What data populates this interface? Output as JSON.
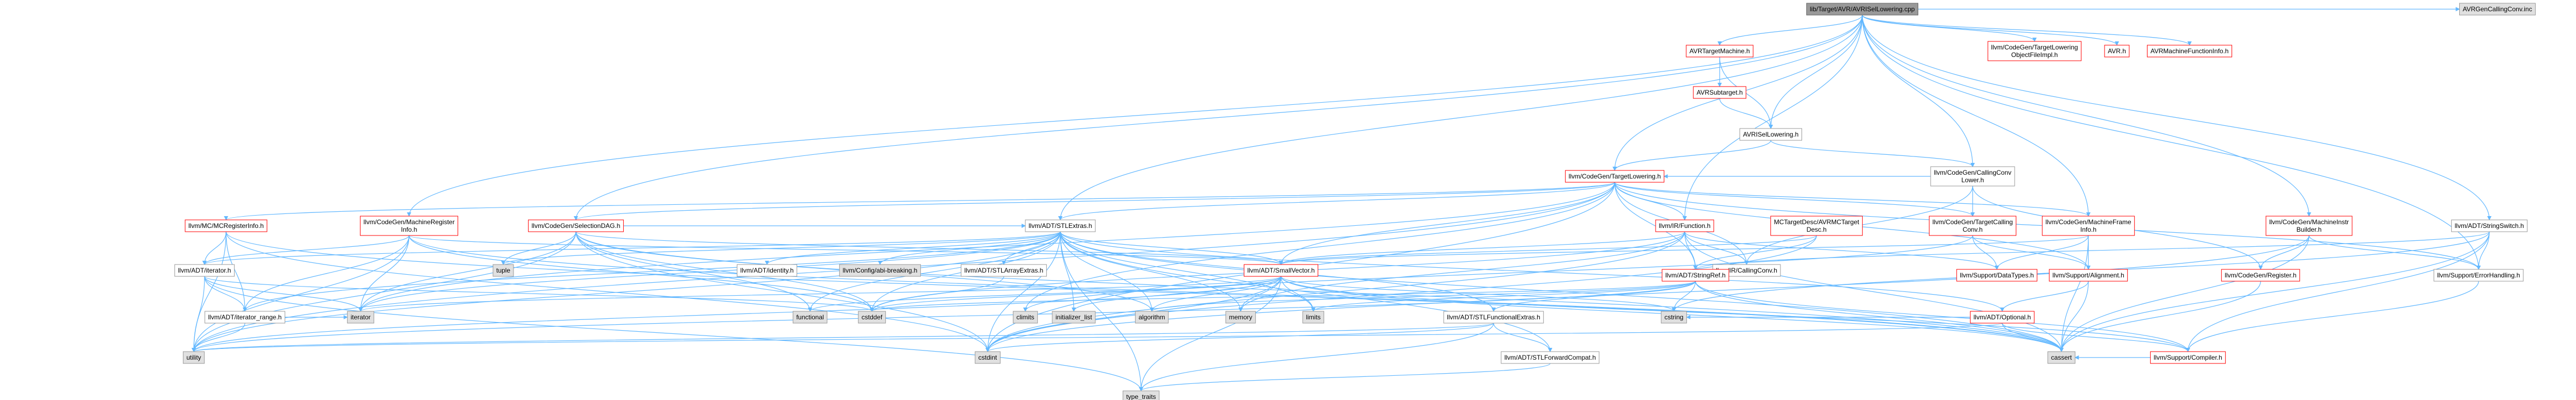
{
  "colors": {
    "edge": "#63b8ff",
    "root_fill": "#999999",
    "root_border": "#666666",
    "file_fill": "#ffffff",
    "file_border": "#ff0000",
    "header_border": "#999999",
    "sys_fill": "#e0e0e0",
    "sys_border": "#999999"
  },
  "nodes": [
    {
      "id": "root",
      "type": "root",
      "lines": [
        "lib/Target/AVR/AVRISelLowering.cpp"
      ]
    },
    {
      "id": "avrtm",
      "type": "file",
      "lines": [
        "AVRTargetMachine.h"
      ]
    },
    {
      "id": "avrcg_tlof",
      "type": "file",
      "lines": [
        "llvm/CodeGen/TargetLowering",
        "ObjectFileImpl.h"
      ]
    },
    {
      "id": "avr_h",
      "type": "file",
      "lines": [
        "AVR.h"
      ]
    },
    {
      "id": "avrmfi",
      "type": "file",
      "lines": [
        "AVRMachineFunctionInfo.h"
      ]
    },
    {
      "id": "avrgencc",
      "type": "sys",
      "lines": [
        "AVRGenCallingConv.inc"
      ]
    },
    {
      "id": "avrsub",
      "type": "file",
      "lines": [
        "AVRSubtarget.h"
      ]
    },
    {
      "id": "avrisel",
      "type": "header",
      "lines": [
        "AVRISelLowering.h"
      ]
    },
    {
      "id": "cgtl",
      "type": "file",
      "lines": [
        "llvm/CodeGen/TargetLowering.h"
      ]
    },
    {
      "id": "cccl",
      "type": "header",
      "lines": [
        "llvm/CodeGen/CallingConv",
        "Lower.h"
      ]
    },
    {
      "id": "mcreg",
      "type": "file",
      "lines": [
        "llvm/MC/MCRegisterInfo.h"
      ]
    },
    {
      "id": "mri",
      "type": "file",
      "lines": [
        "llvm/CodeGen/MachineRegister",
        "Info.h"
      ]
    },
    {
      "id": "seldag",
      "type": "file",
      "lines": [
        "llvm/CodeGen/SelectionDAG.h"
      ]
    },
    {
      "id": "stlextras",
      "type": "header",
      "lines": [
        "llvm/ADT/STLExtras.h"
      ]
    },
    {
      "id": "irfunc",
      "type": "file",
      "lines": [
        "llvm/IR/Function.h"
      ]
    },
    {
      "id": "mctgt",
      "type": "file",
      "lines": [
        "MCTargetDesc/AVRMCTarget",
        "Desc.h"
      ]
    },
    {
      "id": "tgtcc",
      "type": "file",
      "lines": [
        "llvm/CodeGen/TargetCalling",
        "Conv.h"
      ]
    },
    {
      "id": "mfi",
      "type": "file",
      "lines": [
        "llvm/CodeGen/MachineFrame",
        "Info.h"
      ]
    },
    {
      "id": "mib",
      "type": "file",
      "lines": [
        "llvm/CodeGen/MachineInstr",
        "Builder.h"
      ]
    },
    {
      "id": "strswitch",
      "type": "header",
      "lines": [
        "llvm/ADT/StringSwitch.h"
      ]
    },
    {
      "id": "iter",
      "type": "header",
      "lines": [
        "llvm/ADT/iterator.h"
      ]
    },
    {
      "id": "tuple",
      "type": "sys",
      "lines": [
        "tuple"
      ]
    },
    {
      "id": "identity",
      "type": "header",
      "lines": [
        "llvm/ADT/identity.h"
      ]
    },
    {
      "id": "abibreak",
      "type": "sys",
      "lines": [
        "llvm/Config/abi-breaking.h"
      ]
    },
    {
      "id": "stlarr",
      "type": "header",
      "lines": [
        "llvm/ADT/STLArrayExtras.h"
      ]
    },
    {
      "id": "smallvec",
      "type": "file",
      "lines": [
        "llvm/ADT/SmallVector.h"
      ]
    },
    {
      "id": "ircc",
      "type": "header",
      "lines": [
        "llvm/IR/CallingConv.h"
      ]
    },
    {
      "id": "stringref",
      "type": "file",
      "lines": [
        "llvm/ADT/StringRef.h"
      ]
    },
    {
      "id": "datatypes",
      "type": "file",
      "lines": [
        "llvm/Support/DataTypes.h"
      ]
    },
    {
      "id": "align",
      "type": "file",
      "lines": [
        "llvm/Support/Alignment.h"
      ]
    },
    {
      "id": "cgreg",
      "type": "file",
      "lines": [
        "llvm/CodeGen/Register.h"
      ]
    },
    {
      "id": "errh",
      "type": "header",
      "lines": [
        "llvm/Support/ErrorHandling.h"
      ]
    },
    {
      "id": "iterrange",
      "type": "header",
      "lines": [
        "llvm/ADT/iterator_range.h"
      ]
    },
    {
      "id": "iterator",
      "type": "sys",
      "lines": [
        "iterator"
      ]
    },
    {
      "id": "functional",
      "type": "sys",
      "lines": [
        "functional"
      ]
    },
    {
      "id": "cstddef",
      "type": "sys",
      "lines": [
        "cstddef"
      ]
    },
    {
      "id": "climits",
      "type": "sys",
      "lines": [
        "climits"
      ]
    },
    {
      "id": "initlist",
      "type": "sys",
      "lines": [
        "initializer_list"
      ]
    },
    {
      "id": "algorithm",
      "type": "sys",
      "lines": [
        "algorithm"
      ]
    },
    {
      "id": "memory",
      "type": "sys",
      "lines": [
        "memory"
      ]
    },
    {
      "id": "limits",
      "type": "sys",
      "lines": [
        "limits"
      ]
    },
    {
      "id": "stlfunc",
      "type": "header",
      "lines": [
        "llvm/ADT/STLFunctionalExtras.h"
      ]
    },
    {
      "id": "cstring",
      "type": "sys",
      "lines": [
        "cstring"
      ]
    },
    {
      "id": "optional",
      "type": "file",
      "lines": [
        "llvm/ADT/Optional.h"
      ]
    },
    {
      "id": "utility",
      "type": "sys",
      "lines": [
        "utility"
      ]
    },
    {
      "id": "cstdint",
      "type": "sys",
      "lines": [
        "cstdint"
      ]
    },
    {
      "id": "fwdcompat",
      "type": "header",
      "lines": [
        "llvm/ADT/STLForwardCompat.h"
      ]
    },
    {
      "id": "cassert",
      "type": "sys",
      "lines": [
        "cassert"
      ]
    },
    {
      "id": "compiler",
      "type": "file",
      "lines": [
        "llvm/Support/Compiler.h"
      ]
    },
    {
      "id": "typetraits",
      "type": "sys",
      "lines": [
        "type_traits"
      ]
    }
  ],
  "edges": [
    [
      "root",
      "avrtm"
    ],
    [
      "root",
      "avrcg_tlof"
    ],
    [
      "root",
      "avr_h"
    ],
    [
      "root",
      "avrmfi"
    ],
    [
      "root",
      "avrgencc"
    ],
    [
      "root",
      "avrisel"
    ],
    [
      "root",
      "cgtl"
    ],
    [
      "root",
      "cccl"
    ],
    [
      "root",
      "mri"
    ],
    [
      "root",
      "seldag"
    ],
    [
      "root",
      "stlextras"
    ],
    [
      "root",
      "irfunc"
    ],
    [
      "root",
      "mfi"
    ],
    [
      "root",
      "mib"
    ],
    [
      "root",
      "strswitch"
    ],
    [
      "root",
      "errh"
    ],
    [
      "avrtm",
      "avrsub"
    ],
    [
      "avrtm",
      "avrisel"
    ],
    [
      "avrsub",
      "avrisel"
    ],
    [
      "avrisel",
      "cgtl"
    ],
    [
      "avrisel",
      "cccl"
    ],
    [
      "cccl",
      "cgtl"
    ],
    [
      "cccl",
      "tgtcc"
    ],
    [
      "cccl",
      "ircc"
    ],
    [
      "cccl",
      "cgreg"
    ],
    [
      "cgtl",
      "mcreg"
    ],
    [
      "cgtl",
      "seldag"
    ],
    [
      "cgtl",
      "stlextras"
    ],
    [
      "cgtl",
      "irfunc"
    ],
    [
      "cgtl",
      "tgtcc"
    ],
    [
      "cgtl",
      "mfi"
    ],
    [
      "cgtl",
      "smallvec"
    ],
    [
      "cgtl",
      "stringref"
    ],
    [
      "cgtl",
      "ircc"
    ],
    [
      "cgtl",
      "align"
    ],
    [
      "cgtl",
      "errh"
    ],
    [
      "cgtl",
      "iterator"
    ],
    [
      "cgtl",
      "utility"
    ],
    [
      "cgtl",
      "cstdint"
    ],
    [
      "cgtl",
      "climits"
    ],
    [
      "mcreg",
      "iter"
    ],
    [
      "mcreg",
      "iterrange"
    ],
    [
      "mcreg",
      "cassert"
    ],
    [
      "mcreg",
      "cstdint"
    ],
    [
      "mcreg",
      "utility"
    ],
    [
      "mri",
      "iter"
    ],
    [
      "mri",
      "smallvec"
    ],
    [
      "mri",
      "iterrange"
    ],
    [
      "mri",
      "cstddef"
    ],
    [
      "mri",
      "cassert"
    ],
    [
      "mri",
      "utility"
    ],
    [
      "mri",
      "iterator"
    ],
    [
      "seldag",
      "stlextras"
    ],
    [
      "seldag",
      "smallvec"
    ],
    [
      "seldag",
      "functional"
    ],
    [
      "seldag",
      "cstddef"
    ],
    [
      "seldag",
      "tuple"
    ],
    [
      "seldag",
      "iterator"
    ],
    [
      "seldag",
      "cassert"
    ],
    [
      "seldag",
      "cstdint"
    ],
    [
      "seldag",
      "utility"
    ],
    [
      "seldag",
      "algorithm"
    ],
    [
      "stlextras",
      "identity"
    ],
    [
      "stlextras",
      "abibreak"
    ],
    [
      "stlextras",
      "stlarr"
    ],
    [
      "stlextras",
      "stlfunc"
    ],
    [
      "stlextras",
      "fwdcompat"
    ],
    [
      "stlextras",
      "iterrange"
    ],
    [
      "stlextras",
      "iter"
    ],
    [
      "stlextras",
      "smallvec"
    ],
    [
      "stlextras",
      "optional"
    ],
    [
      "stlextras",
      "cstddef"
    ],
    [
      "stlextras",
      "functional"
    ],
    [
      "stlextras",
      "initlist"
    ],
    [
      "stlextras",
      "iterator"
    ],
    [
      "stlextras",
      "limits"
    ],
    [
      "stlextras",
      "memory"
    ],
    [
      "stlextras",
      "tuple"
    ],
    [
      "stlextras",
      "cassert"
    ],
    [
      "stlextras",
      "cstdint"
    ],
    [
      "stlextras",
      "algorithm"
    ],
    [
      "stlextras",
      "utility"
    ],
    [
      "stlextras",
      "type_traits_dummy"
    ],
    [
      "irfunc",
      "stringref"
    ],
    [
      "irfunc",
      "ircc"
    ],
    [
      "irfunc",
      "smallvec"
    ],
    [
      "irfunc",
      "datatypes"
    ],
    [
      "irfunc",
      "cassert"
    ],
    [
      "irfunc",
      "cstddef"
    ],
    [
      "irfunc",
      "cstdint"
    ],
    [
      "irfunc",
      "memory"
    ],
    [
      "mctgt",
      "cstdint"
    ],
    [
      "mctgt",
      "smallvec"
    ],
    [
      "mctgt",
      "stringref"
    ],
    [
      "tgtcc",
      "datatypes"
    ],
    [
      "tgtcc",
      "align"
    ],
    [
      "tgtcc",
      "climits"
    ],
    [
      "mfi",
      "smallvec"
    ],
    [
      "mfi",
      "align"
    ],
    [
      "mfi",
      "datatypes"
    ],
    [
      "mfi",
      "cassert"
    ],
    [
      "mib",
      "errh"
    ],
    [
      "mib",
      "cgreg"
    ],
    [
      "mib",
      "cassert"
    ],
    [
      "mib",
      "cstdint"
    ],
    [
      "strswitch",
      "stringref"
    ],
    [
      "strswitch",
      "compiler"
    ],
    [
      "strswitch",
      "errh"
    ],
    [
      "strswitch",
      "cassert"
    ],
    [
      "strswitch",
      "cstring"
    ],
    [
      "iter",
      "iterrange"
    ],
    [
      "iter",
      "cstddef"
    ],
    [
      "iter",
      "iterator"
    ],
    [
      "iter",
      "type_traits_dummy"
    ],
    [
      "iter",
      "utility"
    ],
    [
      "iterrange",
      "iterator"
    ],
    [
      "iterrange",
      "utility"
    ],
    [
      "stlarr",
      "cstddef"
    ],
    [
      "smallvec",
      "compiler"
    ],
    [
      "smallvec",
      "algorithm"
    ],
    [
      "smallvec",
      "cassert"
    ],
    [
      "smallvec",
      "cstddef"
    ],
    [
      "smallvec",
      "cstdlib_dummy"
    ],
    [
      "smallvec",
      "cstring"
    ],
    [
      "smallvec",
      "functional"
    ],
    [
      "smallvec",
      "initlist"
    ],
    [
      "smallvec",
      "iterator"
    ],
    [
      "smallvec",
      "limits"
    ],
    [
      "smallvec",
      "memory"
    ],
    [
      "smallvec",
      "utility"
    ],
    [
      "smallvec",
      "cstdint"
    ],
    [
      "smallvec",
      "type_traits_dummy"
    ],
    [
      "stringref",
      "stlfunc"
    ],
    [
      "stringref",
      "compiler"
    ],
    [
      "stringref",
      "algorithm"
    ],
    [
      "stringref",
      "cassert"
    ],
    [
      "stringref",
      "cstddef"
    ],
    [
      "stringref",
      "cstring"
    ],
    [
      "stringref",
      "limits"
    ],
    [
      "stringref",
      "utility"
    ],
    [
      "stlfunc",
      "fwdcompat"
    ],
    [
      "stlfunc",
      "cstdint"
    ],
    [
      "stlfunc",
      "type_traits_dummy"
    ],
    [
      "stlfunc",
      "utility"
    ],
    [
      "optional",
      "compiler"
    ],
    [
      "optional",
      "cassert"
    ],
    [
      "optional",
      "cstring"
    ],
    [
      "optional",
      "utility"
    ],
    [
      "align",
      "cassert"
    ],
    [
      "align",
      "optional"
    ],
    [
      "cgreg",
      "cassert"
    ],
    [
      "errh",
      "compiler"
    ],
    [
      "fwdcompat",
      "type_traits_dummy"
    ],
    [
      "compiler",
      "cassert"
    ]
  ]
}
